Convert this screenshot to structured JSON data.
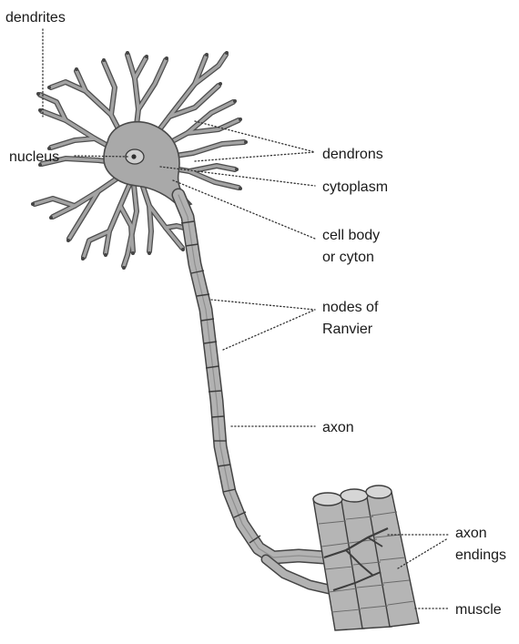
{
  "labels": {
    "dendrites": "dendrites",
    "nucleus": "nucleus",
    "dendrons": "dendrons",
    "cytoplasm": "cytoplasm",
    "cell_body_line1": "cell body",
    "cell_body_line2": "or cyton",
    "nodes_line1": "nodes of",
    "nodes_line2": "Ranvier",
    "axon": "axon",
    "axon_endings_line1": "axon",
    "axon_endings_line2": "endings",
    "muscle": "muscle"
  },
  "colors": {
    "neuron_fill": "#a9a9a9",
    "neuron_outline": "#4a4a4a",
    "label_text": "#1a1a1a"
  }
}
